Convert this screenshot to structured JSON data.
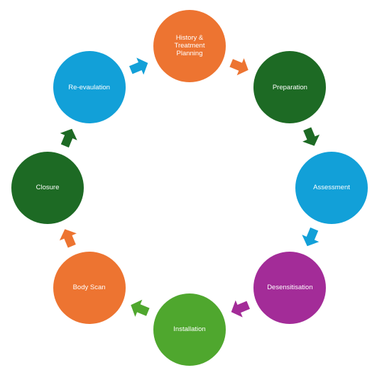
{
  "diagram": {
    "nodes": [
      {
        "id": "history",
        "label": "History &\nTreatment\nPlanning",
        "color": "#ED7431"
      },
      {
        "id": "preparation",
        "label": "Preparation",
        "color": "#1D6A24"
      },
      {
        "id": "assessment",
        "label": "Assessment",
        "color": "#12A0D8"
      },
      {
        "id": "desensitisation",
        "label": "Desensitisation",
        "color": "#A32C98"
      },
      {
        "id": "installation",
        "label": "Installation",
        "color": "#4FA72E"
      },
      {
        "id": "body-scan",
        "label": "Body Scan",
        "color": "#ED7431"
      },
      {
        "id": "closure",
        "label": "Closure",
        "color": "#1D6A24"
      },
      {
        "id": "re-evaluation",
        "label": "Re-evaulation",
        "color": "#12A0D8"
      }
    ],
    "arrows": [
      {
        "from": "history",
        "to": "preparation",
        "color": "#ED7431"
      },
      {
        "from": "preparation",
        "to": "assessment",
        "color": "#1D6A24"
      },
      {
        "from": "assessment",
        "to": "desensitisation",
        "color": "#12A0D8"
      },
      {
        "from": "desensitisation",
        "to": "installation",
        "color": "#A32C98"
      },
      {
        "from": "installation",
        "to": "body-scan",
        "color": "#4FA72E"
      },
      {
        "from": "body-scan",
        "to": "closure",
        "color": "#ED7431"
      },
      {
        "from": "closure",
        "to": "re-evaluation",
        "color": "#1D6A24"
      },
      {
        "from": "re-evaluation",
        "to": "history",
        "color": "#12A0D8"
      }
    ]
  }
}
